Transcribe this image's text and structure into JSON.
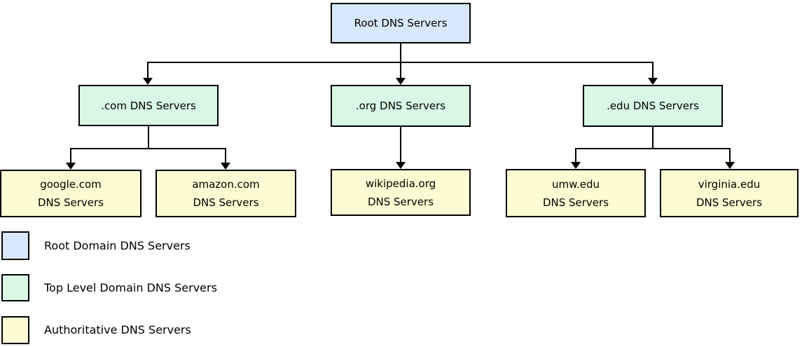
{
  "diagram": {
    "line_color": "#000000",
    "nodes": {
      "root": {
        "lines": [
          "Root DNS Servers"
        ],
        "color": "#d7e8fa"
      },
      "com": {
        "lines": [
          ".com DNS Servers"
        ],
        "color": "#d8f8e5"
      },
      "org": {
        "lines": [
          ".org DNS Servers"
        ],
        "color": "#d8f8e5"
      },
      "edu": {
        "lines": [
          ".edu DNS Servers"
        ],
        "color": "#d8f8e5"
      },
      "google": {
        "lines": [
          "google.com",
          "DNS Servers"
        ],
        "color": "#fcfbd3"
      },
      "amazon": {
        "lines": [
          "amazon.com",
          "DNS Servers"
        ],
        "color": "#fcfbd3"
      },
      "wikipedia": {
        "lines": [
          "wikipedia.org",
          "DNS Servers"
        ],
        "color": "#fcfbd3"
      },
      "umw": {
        "lines": [
          "umw.edu",
          "DNS Servers"
        ],
        "color": "#fcfbd3"
      },
      "virginia": {
        "lines": [
          "virginia.edu",
          "DNS Servers"
        ],
        "color": "#fcfbd3"
      }
    },
    "legend": {
      "items": [
        {
          "label": "Root Domain DNS Servers",
          "color": "#d7e8fa"
        },
        {
          "label": "Top Level Domain DNS Servers",
          "color": "#d8f8e5"
        },
        {
          "label": "Authoritative DNS Servers",
          "color": "#fcfbd3"
        }
      ]
    }
  }
}
